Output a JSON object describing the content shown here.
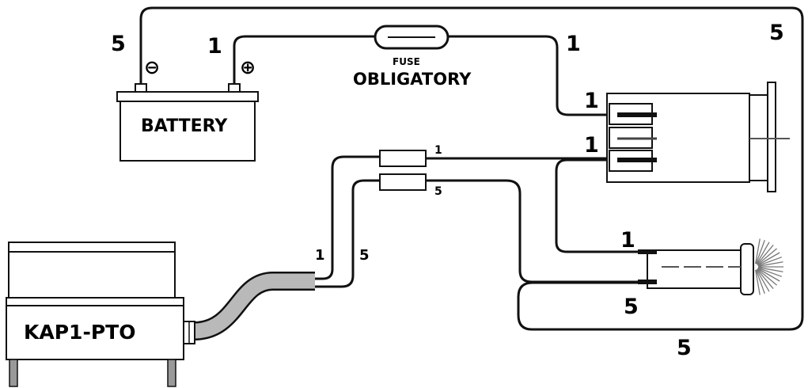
{
  "diagram": {
    "wire_labels": {
      "top_negative": "5",
      "top_positive_left": "1",
      "top_positive_right": "1",
      "top_right_corner": "5",
      "switch_upper": "1",
      "switch_middle": "1",
      "connector_upper": "1",
      "connector_lower": "5",
      "harness_left": "1",
      "harness_right": "5",
      "lamp_upper": "1",
      "lamp_lower": "5",
      "bottom_loop": "5"
    },
    "battery": {
      "label": "BATTERY",
      "negative_symbol": "⊖",
      "positive_symbol": "⊕"
    },
    "fuse": {
      "label_small": "FUSE",
      "label_main": "OBLIGATORY"
    },
    "pump": {
      "label": "KAP1-PTO"
    }
  }
}
